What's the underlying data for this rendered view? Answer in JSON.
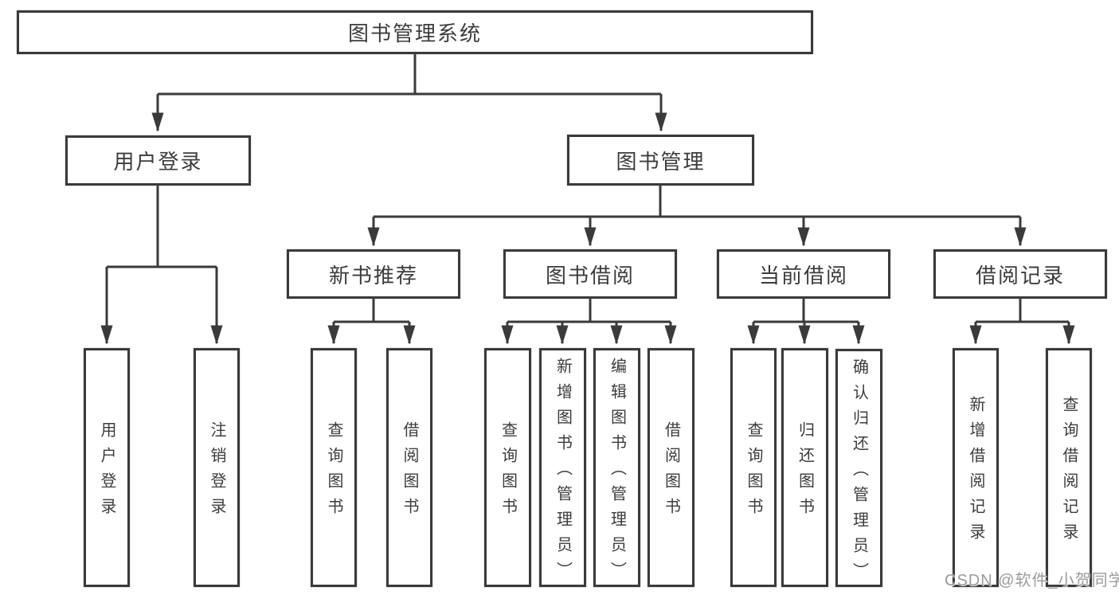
{
  "diagram": {
    "type": "hierarchy-tree",
    "title": "图书管理系统"
  },
  "nodes": {
    "root": "图书管理系统",
    "level2": {
      "user_login": "用户登录",
      "book_management": "图书管理"
    },
    "level3": {
      "new_books": "新书推荐",
      "book_borrowing": "图书借阅",
      "current_borrowing": "当前借阅",
      "borrowing_records": "借阅记录"
    },
    "leaves": {
      "user_login": [
        "用户登录",
        "注销登录"
      ],
      "new_books": [
        "查询图书",
        "借阅图书"
      ],
      "book_borrowing": [
        "查询图书",
        "新增图书（管理员）",
        "编辑图书（管理员）",
        "借阅图书"
      ],
      "current_borrowing": [
        "查询图书",
        "归还图书",
        "确认归还（管理员）"
      ],
      "borrowing_records": [
        "新增借阅记录",
        "查询借阅记录"
      ]
    }
  },
  "watermark": "CSDN @软件_小贺同学",
  "colors": {
    "line": "#3a3a3a",
    "text": "#3c3c3c",
    "background": "#ffffff",
    "watermark": "#9b9b9b"
  }
}
